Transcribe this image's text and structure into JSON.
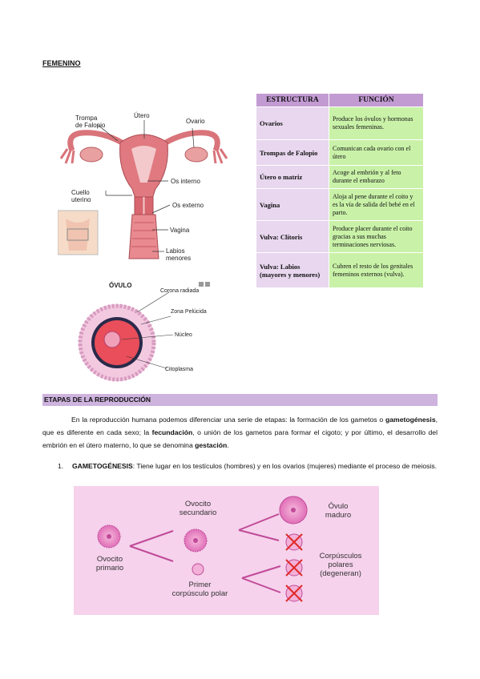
{
  "section_title": "FEMENINO",
  "uterus_labels": {
    "trompa": [
      "Trompa",
      "de Falopio"
    ],
    "utero": "Útero",
    "ovario": "Ovario",
    "os_interno": "Os interno",
    "cuello": [
      "Cuello",
      "uterino"
    ],
    "os_externo": "Os externo",
    "vagina": "Vagina",
    "labios": [
      "Labios",
      "menores"
    ]
  },
  "ovulo_labels": {
    "title": "ÓVULO",
    "corona": "Corona radiada",
    "zona": "Zona Pelúcida",
    "nucleo": "Núcleo",
    "citoplasma": "Citoplasma"
  },
  "table": {
    "headers": [
      "ESTRUCTURA",
      "FUNCIÓN"
    ],
    "rows": [
      {
        "estructura": "Ovarios",
        "funcion": "Produce los óvulos y hormonas sexuales femeninas."
      },
      {
        "estructura": "Trompas de Falopio",
        "funcion": "Comunican cada ovario con el útero"
      },
      {
        "estructura": "Útero o matriz",
        "funcion": "Acoge al embrión y al feto durante el embarazo"
      },
      {
        "estructura": "Vagina",
        "funcion": "Aloja al pene durante el coito y es la vía de salida del bebé en el parto."
      },
      {
        "estructura": "Vulva: Clítoris",
        "funcion": "Produce placer durante el coito gracias a sus muchas terminaciones nerviosas."
      },
      {
        "estructura": "Vulva: Labios (mayores y menores)",
        "funcion": "Cubren el resto de los genitales femeninos externos (vulva)."
      }
    ]
  },
  "section2_title": "ETAPAS DE LA REPRODUCCIÓN",
  "para": {
    "t1": "En la reproducción humana podemos diferenciar una serie de etapas: la formación de los gametos o ",
    "b1": "gametogénesis",
    "t2": ", que es diferente en cada sexo; la ",
    "b2": "fecundación",
    "t3": ", o unión de los gametos para formar el cigoto; y por último, el desarrollo del embrión en el útero materno, lo que se denomina ",
    "b3": "gestación",
    "t4": "."
  },
  "item1": {
    "num": "1.",
    "bold": "GAMETOGÉNESIS",
    "text": ": Tiene lugar en los testículos (hombres) y en los ovarios (mujeres) mediante el proceso de meiosis."
  },
  "gam_labels": {
    "ovocito_primario": [
      "Ovocito",
      "primario"
    ],
    "ovocito_secundario": [
      "Ovocito",
      "secundario"
    ],
    "primer_corpusculo": [
      "Primer",
      "corpúsculo polar"
    ],
    "ovulo_maduro": [
      "Óvulo",
      "maduro"
    ],
    "corpusculos": [
      "Corpúsculos",
      "polares",
      "(degeneran)"
    ]
  }
}
